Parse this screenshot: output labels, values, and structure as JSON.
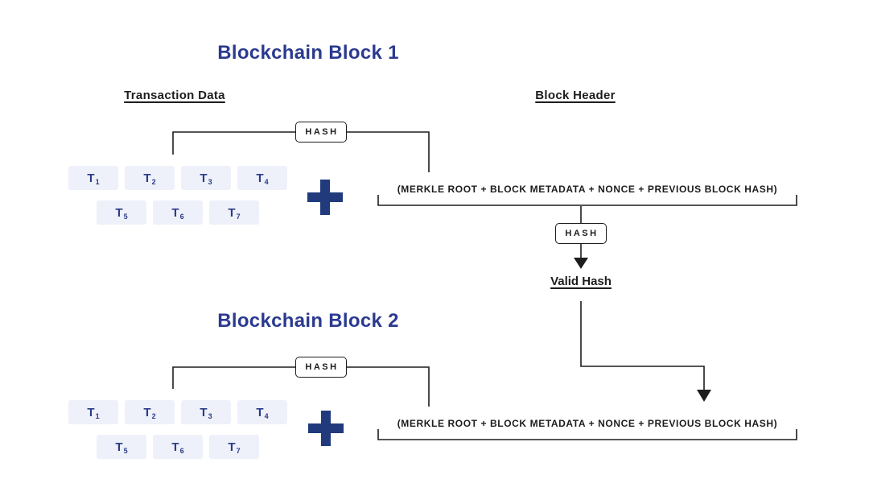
{
  "colors": {
    "title": "#2b3a8f",
    "navy": "#203a7c",
    "line": "#1d1d1d",
    "tx_box_bg": "#eef1f9",
    "tx_text": "#2c3c87"
  },
  "icons": {
    "plus": "+"
  },
  "valid_hash_label": "Valid Hash",
  "blocks": [
    {
      "title": "Blockchain Block 1",
      "transaction_data_label": "Transaction Data",
      "block_header_label": "Block Header",
      "hash_label": "HASH",
      "merkle_hash_label": "HASH",
      "formula": "(MERKLE ROOT + BLOCK METADATA + NONCE + PREVIOUS BLOCK HASH)",
      "transactions": [
        {
          "t": "T",
          "sub": "1"
        },
        {
          "t": "T",
          "sub": "2"
        },
        {
          "t": "T",
          "sub": "3"
        },
        {
          "t": "T",
          "sub": "4"
        },
        {
          "t": "T",
          "sub": "5"
        },
        {
          "t": "T",
          "sub": "6"
        },
        {
          "t": "T",
          "sub": "7"
        }
      ]
    },
    {
      "title": "Blockchain Block 2",
      "hash_label": "HASH",
      "formula": "(MERKLE ROOT + BLOCK METADATA + NONCE + PREVIOUS BLOCK HASH)",
      "transactions": [
        {
          "t": "T",
          "sub": "1"
        },
        {
          "t": "T",
          "sub": "2"
        },
        {
          "t": "T",
          "sub": "3"
        },
        {
          "t": "T",
          "sub": "4"
        },
        {
          "t": "T",
          "sub": "5"
        },
        {
          "t": "T",
          "sub": "6"
        },
        {
          "t": "T",
          "sub": "7"
        }
      ]
    }
  ]
}
